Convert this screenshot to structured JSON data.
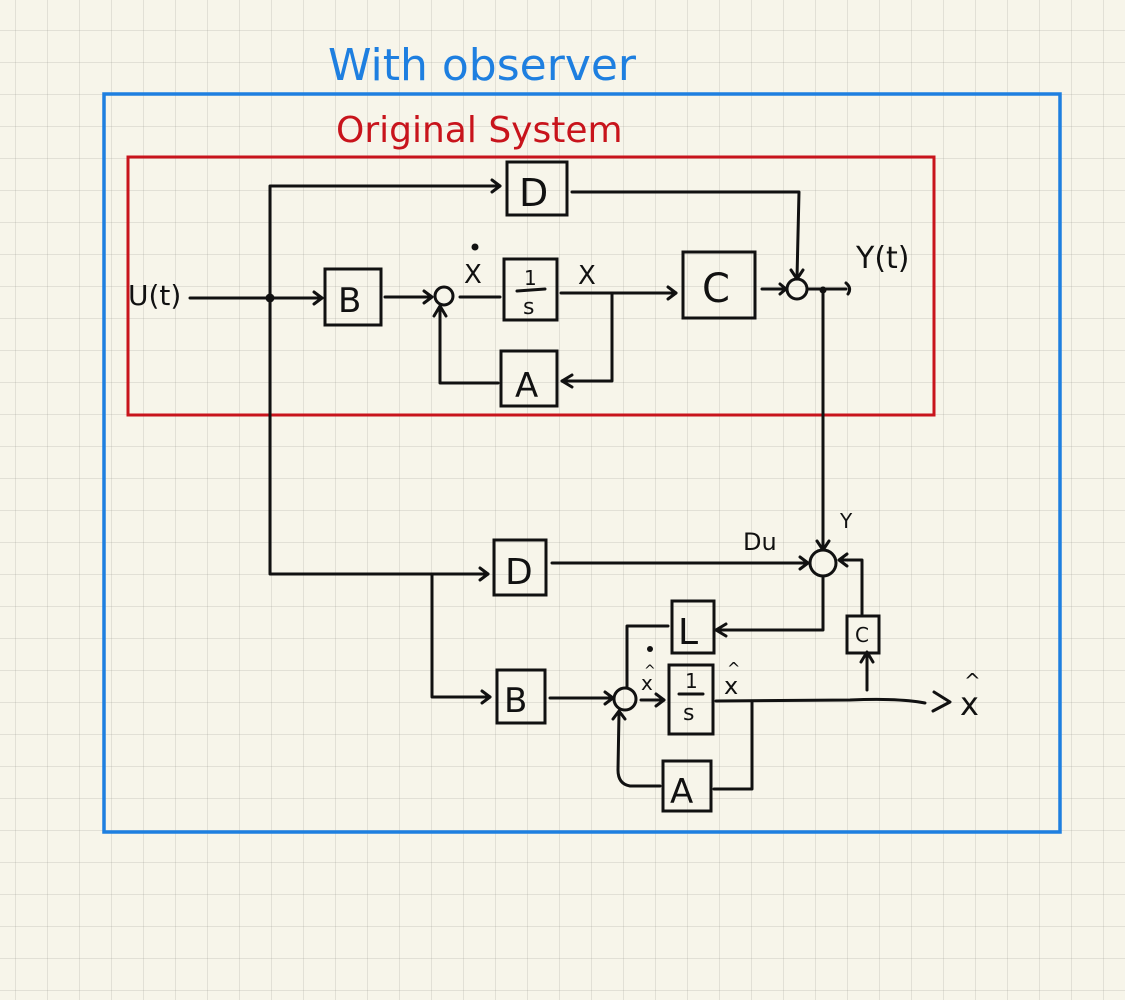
{
  "title": "With observer",
  "colors": {
    "outer_frame": "#1e7fe0",
    "inner_frame": "#c8141c",
    "ink": "#111111",
    "paper": "#f7f5ea"
  },
  "original_system": {
    "label": "Original System",
    "input_label": "U(t)",
    "output_label": "Y(t)",
    "blocks": {
      "B": "B",
      "integrator_num": "1",
      "integrator_den": "s",
      "C": "C",
      "A": "A",
      "D": "D"
    },
    "signals": {
      "xdot": "X",
      "x": "X"
    }
  },
  "observer": {
    "blocks": {
      "D": "D",
      "B": "B",
      "L": "L",
      "C": "C",
      "A": "A",
      "integrator_num": "1",
      "integrator_den": "s"
    },
    "signals": {
      "Du": "Du",
      "y": "Y",
      "xhat_dot": "x",
      "xhat": "x",
      "output": "x"
    }
  }
}
